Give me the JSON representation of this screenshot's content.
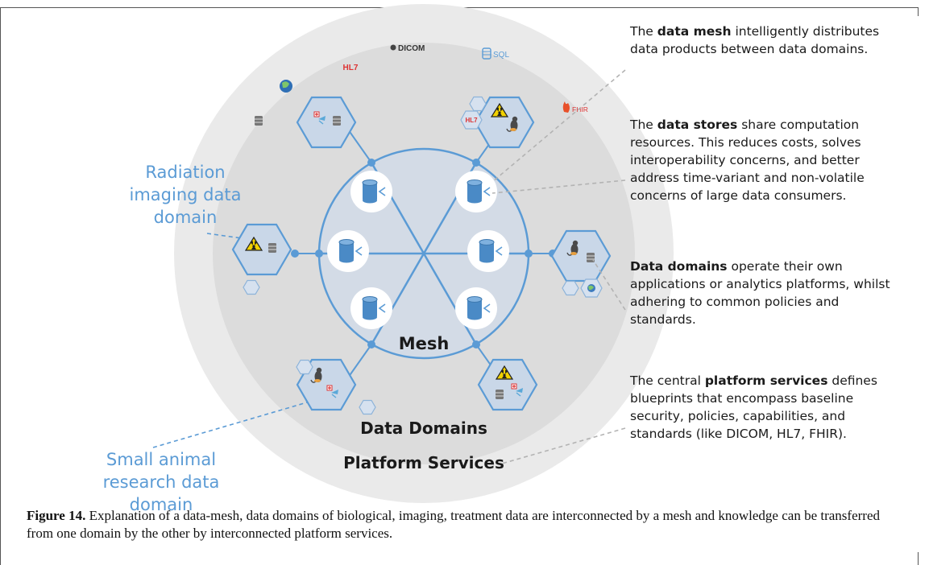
{
  "diagram": {
    "core_label": "Mesh",
    "middle_ring_label": "Data Domains",
    "outer_ring_label": "Platform Services",
    "standard_logos": [
      "HL7",
      "DICOM",
      "SQL",
      "FHIR"
    ],
    "domain_tags": [
      "HL7"
    ],
    "callouts": {
      "radiation": [
        "Radiation",
        "imaging data",
        "domain"
      ],
      "small_animal": [
        "Small animal",
        "research data",
        "domain"
      ]
    }
  },
  "notes": [
    {
      "pre": "The ",
      "bold": "data mesh",
      "post": " intelligently distributes data products between data domains."
    },
    {
      "pre": "The ",
      "bold": "data stores",
      "post": " share computation resources. This reduces costs, solves interoperability concerns, and better address time-variant and non-volatile concerns of large data consumers."
    },
    {
      "pre": "",
      "bold": "Data domains",
      "post": " operate their own applications or analytics platforms, whilst adhering to common policies and standards."
    },
    {
      "pre": "The central ",
      "bold": "platform services",
      "post": " defines blueprints that encompass baseline security, policies, capabilities, and standards (like DICOM, HL7, FHIR)."
    }
  ],
  "caption": {
    "label": "Figure 14.",
    "text": " Explanation of a data-mesh, data domains of biological, imaging, treatment data are interconnected by a mesh and knowledge can be transferred from one domain by the other by interconnected platform services."
  },
  "colors": {
    "outer_ring": "#eaeaea",
    "middle_ring": "#dcdcdc",
    "mesh_fill": "#d3dbe6",
    "accent_blue": "#5b9bd5",
    "hexagon_fill": "#c9d7e8",
    "database_blue": "#4a8ac6"
  }
}
